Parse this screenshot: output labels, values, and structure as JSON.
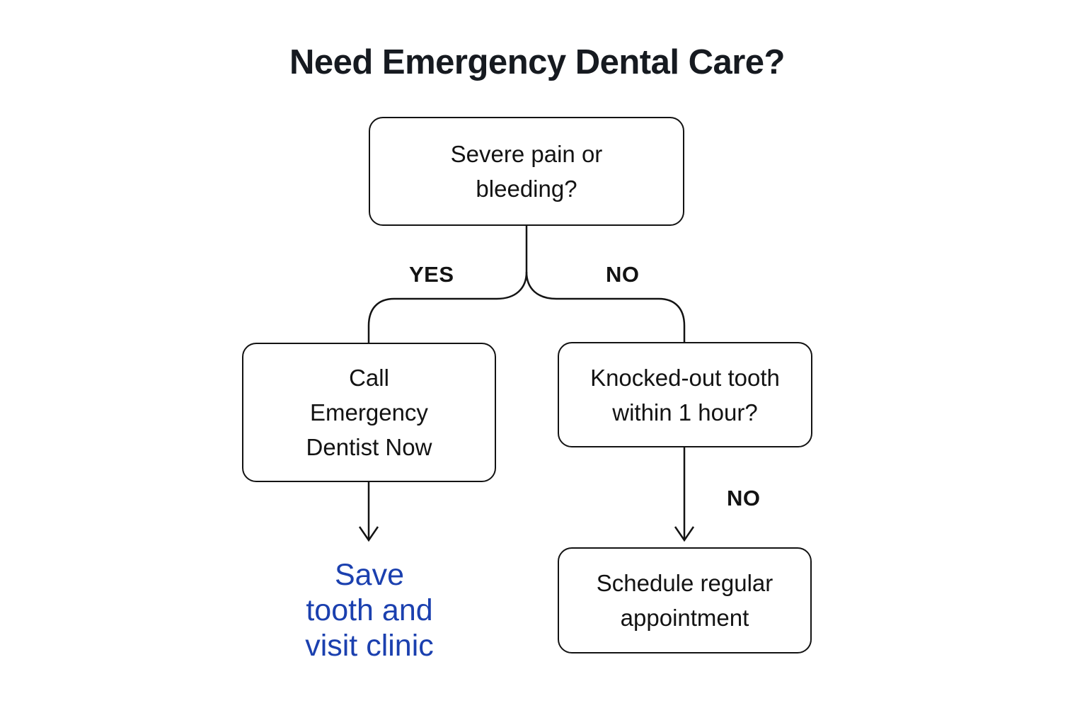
{
  "title": "Need Emergency Dental Care?",
  "colors": {
    "background": "#ffffff",
    "text_dark": "#131313",
    "line": "#131313",
    "outcome_blue": "#1b40af"
  },
  "flowchart": {
    "nodes": [
      {
        "id": "severe-pain-question",
        "text": "Severe pain or\nbleeding?"
      },
      {
        "id": "call-emergency-dentist",
        "text": "Call\nEmergency\nDentist Now"
      },
      {
        "id": "knocked-out-tooth-question",
        "text": "Knocked-out tooth\nwithin 1 hour?"
      },
      {
        "id": "schedule-regular-appointment",
        "text": "Schedule regular\nappointment"
      }
    ],
    "edge_labels": {
      "yes": "YES",
      "no": "NO",
      "no_bottom": "NO"
    },
    "outcome": {
      "text": "Save\ntooth and\nvisit clinic"
    }
  }
}
